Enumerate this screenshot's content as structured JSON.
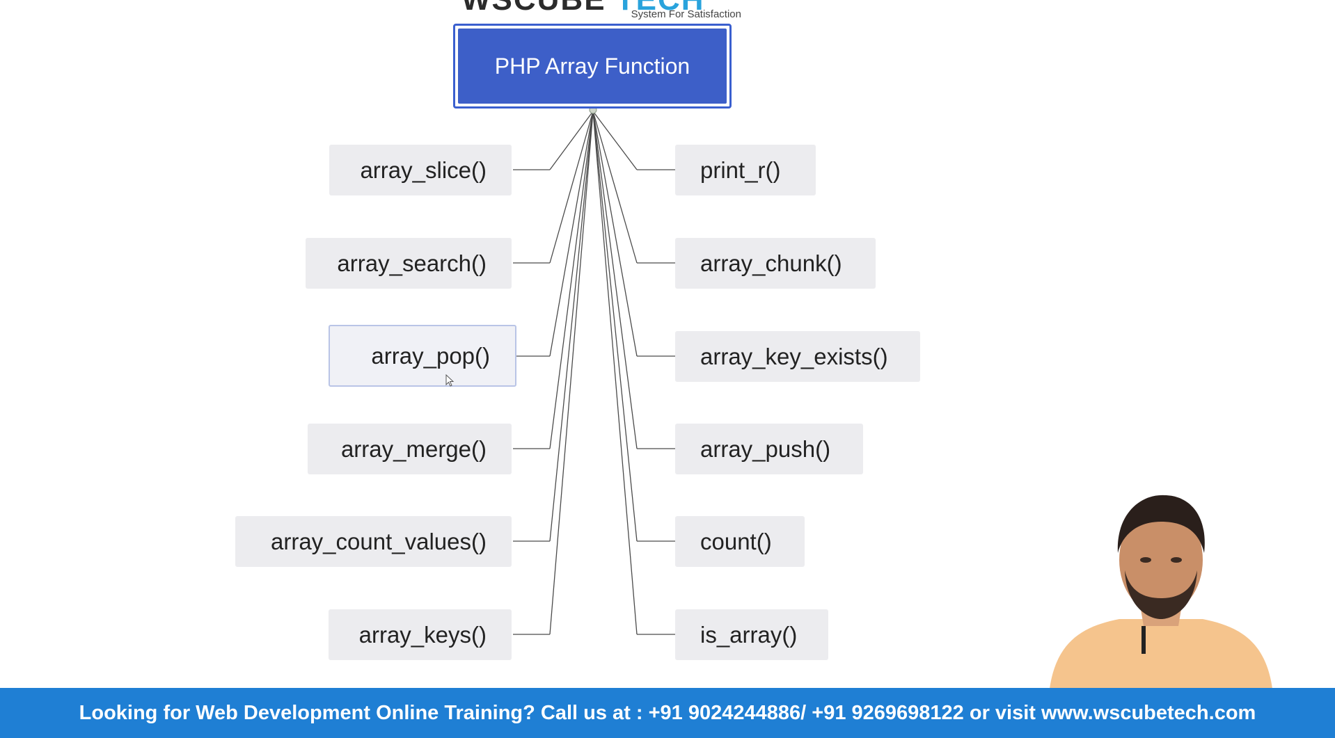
{
  "logo": {
    "main_dark": "WSCUBE",
    "main_accent": "TECH",
    "tagline": "System For Satisfaction"
  },
  "diagram": {
    "root": "PHP Array Function",
    "left_items": [
      "array_slice()",
      "array_search()",
      "array_pop()",
      "array_merge()",
      "array_count_values()",
      "array_keys()"
    ],
    "right_items": [
      "print_r()",
      "array_chunk()",
      "array_key_exists()",
      "array_push()",
      "count()",
      "is_array()"
    ],
    "selected_item": "array_pop()"
  },
  "banner": {
    "text": "Looking for Web Development Online Training? Call us at : +91 9024244886/ +91 9269698122 or visit www.wscubetech.com"
  },
  "colors": {
    "root_fill": "#3d5fc8",
    "node_fill": "#ececef",
    "banner": "#1f7fd4",
    "logo_accent": "#29a3dc"
  },
  "icons": {
    "cursor": "mouse-pointer-icon",
    "presenter": "presenter-avatar"
  }
}
